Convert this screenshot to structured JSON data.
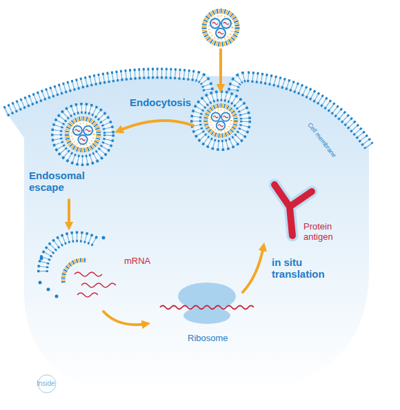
{
  "diagram": {
    "labels": [
      "Endocytosis",
      "Endosomal escape",
      "Cell membrane",
      "mRNA",
      "in situ translation",
      "Ribosome",
      "Protein antigen",
      "Inside"
    ]
  }
}
